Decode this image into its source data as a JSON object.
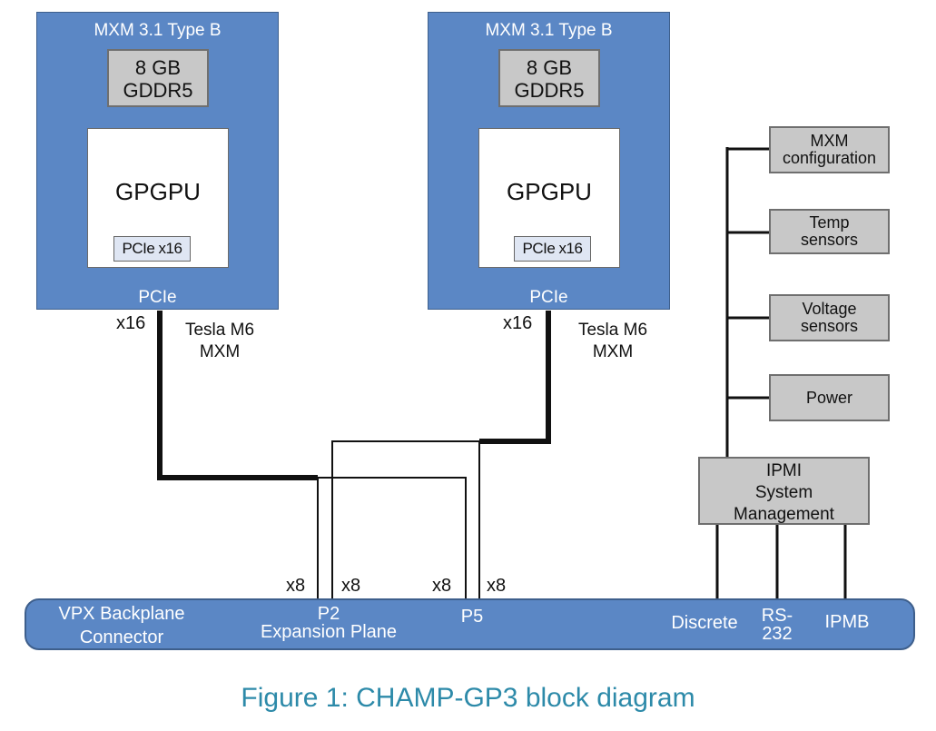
{
  "left_module": {
    "title": "MXM 3.1 Type B",
    "memory_line1": "8 GB",
    "memory_line2": "GDDR5",
    "gpu_label": "GPGPU",
    "gpu_pcie_label": "PCIe x16",
    "pcie_label": "PCIe",
    "lane_label": "x16",
    "name_line1": "Tesla M6",
    "name_line2": "MXM"
  },
  "right_module": {
    "title": "MXM 3.1 Type B",
    "memory_line1": "8 GB",
    "memory_line2": "GDDR5",
    "gpu_label": "GPGPU",
    "gpu_pcie_label": "PCIe x16",
    "pcie_label": "PCIe",
    "lane_label": "x16",
    "name_line1": "Tesla M6",
    "name_line2": "MXM"
  },
  "management": {
    "boxes": [
      {
        "line1": "MXM",
        "line2": "configuration"
      },
      {
        "line1": "Temp",
        "line2": "sensors"
      },
      {
        "line1": "Voltage",
        "line2": "sensors"
      },
      {
        "line1": "Power",
        "line2": ""
      }
    ],
    "ipmi": {
      "line1": "IPMI",
      "line2": "System",
      "line3": "Management"
    }
  },
  "lanes": {
    "p2_a": "x8",
    "p2_b": "x8",
    "p5_a": "x8",
    "p5_b": "x8"
  },
  "backplane": {
    "label_line1": "VPX Backplane",
    "label_line2": "Connector",
    "p2": "P2",
    "expansion": "Expansion Plane",
    "p5": "P5",
    "discrete": "Discrete",
    "rs232_line1": "RS-",
    "rs232_line2": "232",
    "ipmb": "IPMB"
  },
  "caption": "Figure 1: CHAMP-GP3 block diagram",
  "colors": {
    "module_blue": "#5b87c5",
    "box_gray": "#c8c8c8",
    "caption_teal": "#2d8aa9"
  }
}
